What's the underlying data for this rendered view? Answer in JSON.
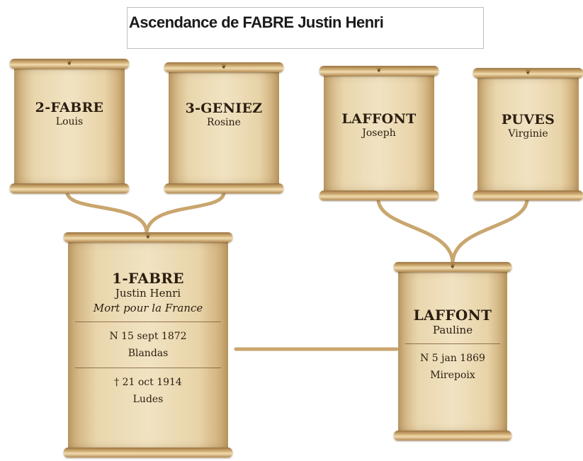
{
  "title": "Ascendance de FABRE Justin Henri",
  "ornament": "❦",
  "connector_color": "#c9a66e",
  "persons": {
    "p2": {
      "surname": "2-FABRE",
      "given": "Louis"
    },
    "p3": {
      "surname": "3-GENIEZ",
      "given": "Rosine"
    },
    "pj": {
      "surname": "LAFFONT",
      "given": "Joseph"
    },
    "pv": {
      "surname": "PUVES",
      "given": "Virginie"
    },
    "p1": {
      "surname": "1-FABRE",
      "given": "Justin Henri",
      "note": "Mort pour la France",
      "birth_date": "N 15 sept 1872",
      "birth_place": "Blandas",
      "death_date": "† 21 oct 1914",
      "death_place": "Ludes"
    },
    "pp": {
      "surname": "LAFFONT",
      "given": "Pauline",
      "birth_date": "N 5 jan 1869",
      "birth_place": "Mirepoix"
    }
  }
}
